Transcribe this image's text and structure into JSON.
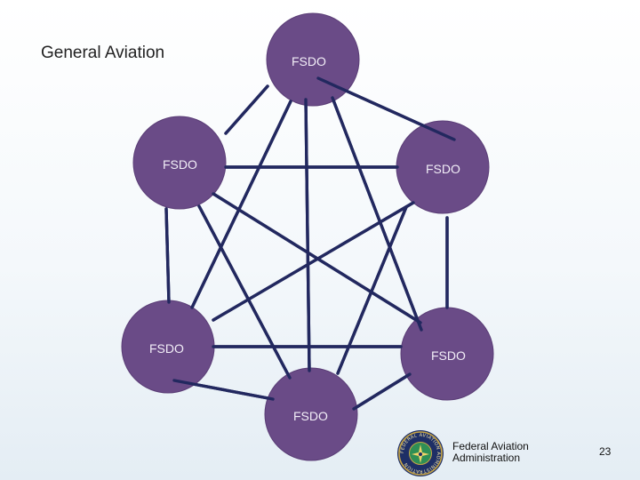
{
  "slide": {
    "title": "General Aviation",
    "page_number": "23"
  },
  "colors": {
    "node_fill": "#6a4b87",
    "node_stroke": "#5a3d76",
    "edge": "#22285f",
    "label": "#f2eef7"
  },
  "nodes": [
    {
      "id": "top",
      "label": "FSDO"
    },
    {
      "id": "upper-left",
      "label": "FSDO"
    },
    {
      "id": "upper-right",
      "label": "FSDO"
    },
    {
      "id": "lower-left",
      "label": "FSDO"
    },
    {
      "id": "lower-right",
      "label": "FSDO"
    },
    {
      "id": "bottom",
      "label": "FSDO"
    }
  ],
  "footer": {
    "org_name": "Federal Aviation Administration",
    "logo_icon": "faa-seal-icon",
    "seal_text": "FEDERAL AVIATION ADMINISTRATION"
  }
}
